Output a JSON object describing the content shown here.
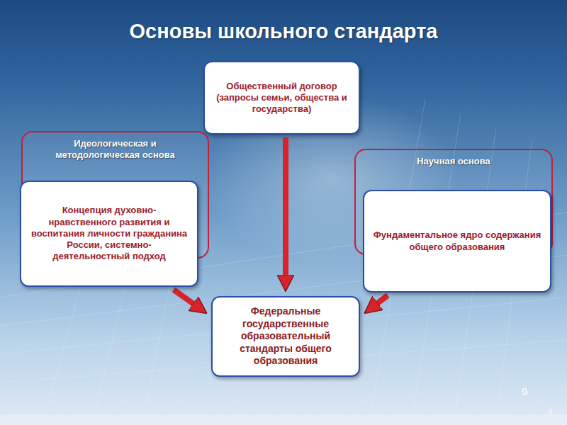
{
  "diagram": {
    "title": "Основы школьного стандарта",
    "nodes": [
      {
        "text": [
          "Общественный договор (запросы семьи, общества и государства)"
        ]
      },
      {
        "text": [
          "Идеологическая и методологическая основа"
        ]
      },
      {
        "text": [
          "Концепция духовно-нравственного развития и воспитания личности гражданина России, системно-деятельностный подход"
        ],
        "in": 1
      },
      {
        "text": [
          "Научная основа"
        ]
      },
      {
        "text": [
          "Фундаментальное ядро содержания общего образования"
        ],
        "in": 3
      },
      {
        "text": [
          "Федеральные государственные образовательный стандарты общего образования"
        ]
      }
    ],
    "edges": [
      {
        "from": 0,
        "to": 5,
        "arrow": "to"
      },
      {
        "from": 2,
        "to": 5,
        "arrow": "to"
      },
      {
        "from": 4,
        "to": 5,
        "arrow": "to"
      }
    ],
    "labels": [
      "9",
      "9"
    ]
  }
}
